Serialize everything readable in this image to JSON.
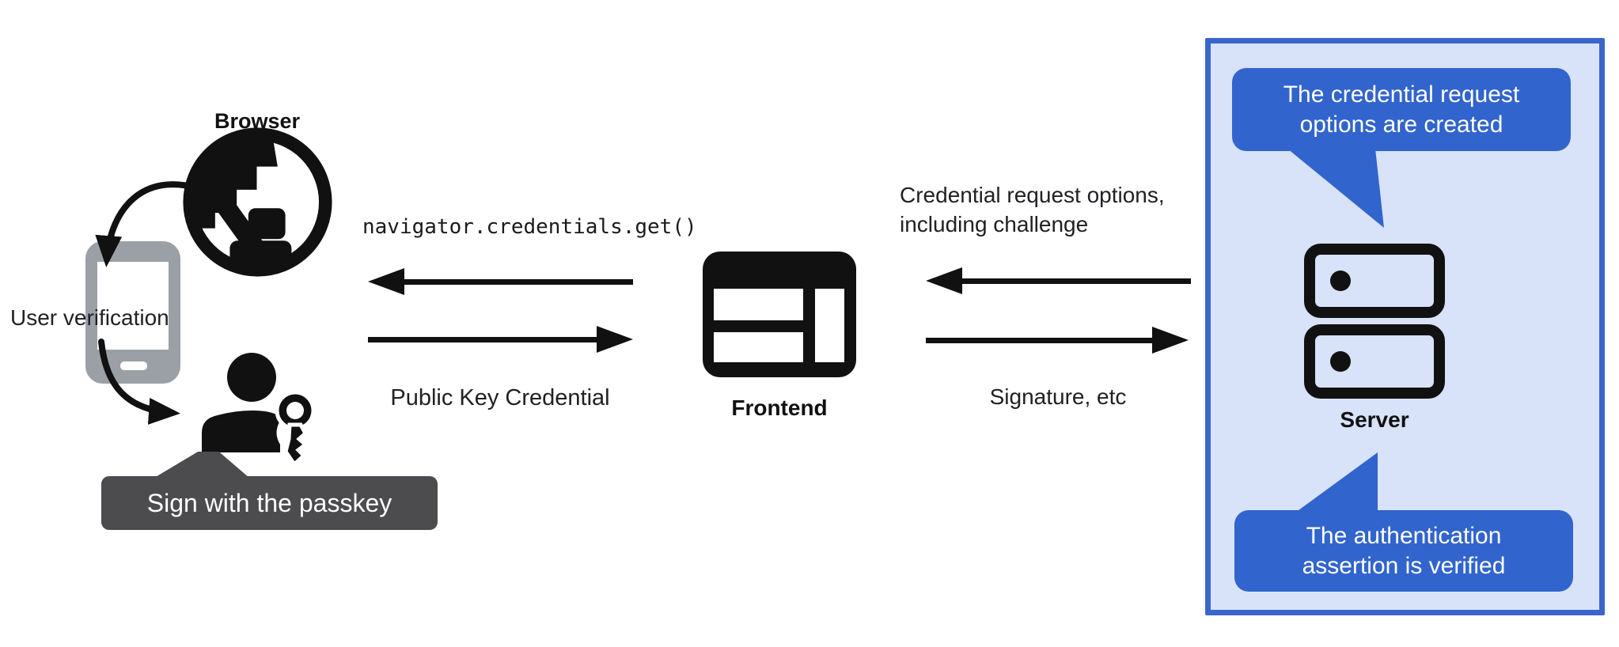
{
  "colors": {
    "bubble_blue": "#3164cd",
    "panel_bg": "#d8e2f9",
    "panel_border": "#3a66cb",
    "tooltip_gray": "#4c4c4f",
    "phone_gray": "#9aa0a6",
    "ink": "#111111",
    "text": "#202124"
  },
  "browser_side": {
    "browser_label": "Browser",
    "user_verification_label": "User verification",
    "passkey_tooltip": "Sign with the passkey"
  },
  "frontend_flow": {
    "code_call": "navigator.credentials.get()",
    "public_key_credential_label": "Public Key Credential",
    "frontend_label": "Frontend"
  },
  "server_flow": {
    "request_line1": "Credential request options,",
    "request_line2": "including challenge",
    "signature_label": "Signature, etc"
  },
  "server_panel": {
    "bubble_top_line1": "The credential request",
    "bubble_top_line2": "options are created",
    "server_label": "Server",
    "bubble_bottom_line1": "The authentication",
    "bubble_bottom_line2": "assertion is verified"
  }
}
